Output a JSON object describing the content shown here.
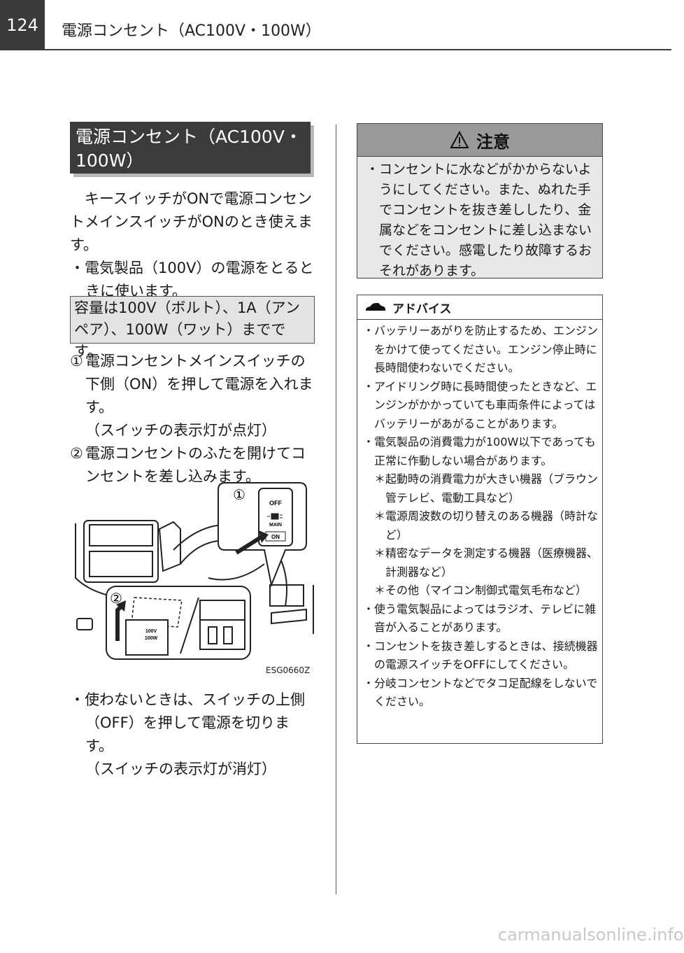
{
  "header": {
    "page_number": "124",
    "title": "電源コンセント（AC100V・100W）"
  },
  "left": {
    "section_title": "電源コンセント（AC100V・100W）",
    "intro": "キースイッチがONで電源コンセントメインスイッチがONのとき使えます。",
    "bullet_1": "・電気製品（100V）の電源をとるときに使います。",
    "note": "容量は100V（ボルト）、1A（アンペア）、100W（ワット）までです。",
    "step_1_num": "①",
    "step_1_text": "電源コンセントメインスイッチの下側（ON）を押して電源を入れます。",
    "step_1_sub": "（スイッチの表示灯が点灯）",
    "step_2_num": "②",
    "step_2_text": "電源コンセントのふたを開けてコンセントを差し込みます。",
    "figure": {
      "callout_1": "①",
      "callout_2": "②",
      "switch_off": "OFF",
      "switch_main": "MAIN",
      "switch_on": "ON",
      "outlet_100v": "100V",
      "outlet_100w": "100W",
      "code": "ESG0660Z"
    },
    "bullet_off": "・使わないときは、スイッチの上側（OFF）を押して電源を切ります。",
    "bullet_off_sub": "（スイッチの表示灯が消灯）"
  },
  "caution": {
    "title": "注意",
    "text": "・コンセントに水などがかからないようにしてください。また、ぬれた手でコンセントを抜き差ししたり、金属などをコンセントに差し込まないでください。感電したり故障するおそれがあります。"
  },
  "advice": {
    "title": "アドバイス",
    "items": [
      "・バッテリーあがりを防止するため、エンジンをかけて使ってください。エンジン停止時に長時間使わないでください。",
      "・アイドリング時に長時間使ったときなど、エンジンがかかっていても車両条件によってはバッテリーがあがることがあります。",
      "・電気製品の消費電力が100W以下であっても正常に作動しない場合があります。"
    ],
    "subitems": [
      "＊起動時の消費電力が大きい機器（ブラウン管テレビ、電動工具など）",
      "＊電源周波数の切り替えのある機器（時計など）",
      "＊精密なデータを測定する機器（医療機器、計測器など）",
      "＊その他（マイコン制御式電気毛布など）"
    ],
    "items_after": [
      "・使う電気製品によってはラジオ、テレビに雑音が入ることがあります。",
      "・コンセントを抜き差しするときは、接続機器の電源スイッチをOFFにしてください。",
      "・分岐コンセントなどでタコ足配線をしないでください。"
    ]
  },
  "watermark": "carmanualsonline.info"
}
